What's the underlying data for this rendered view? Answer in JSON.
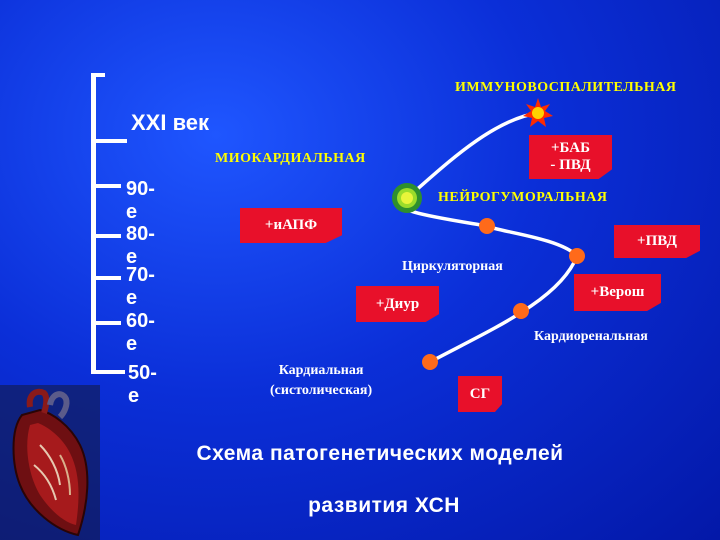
{
  "timeline": {
    "century_label": "XXI век",
    "eras": [
      "90-е",
      "80-е",
      "70-е",
      "60-е",
      "50-е"
    ]
  },
  "models": {
    "immuno": "ИММУНОВОСПАЛИТЕЛЬНАЯ",
    "myocardial": "МИОКАРДИАЛЬНАЯ",
    "neurohumoral": "НЕЙРОГУМОРАЛЬНАЯ",
    "circulatory": "Циркуляторная",
    "cardiorenal": "Кардиоренальная",
    "cardial_line1": "Кардиальная",
    "cardial_line2": "(систолическая)"
  },
  "drugs": {
    "bab_line1": "+БАБ",
    "bab_line2": "- ПВД",
    "iapf": "+иАПФ",
    "pvd": "+ПВД",
    "diur": "+Диур",
    "verosh": "+Верош",
    "sg": "СГ"
  },
  "caption": {
    "line1": "Схема патогенетических моделей",
    "line2": "развития ХСН"
  },
  "colors": {
    "background": "#0b2fd8",
    "drug_box": "#e8102a",
    "model_caps": "#ffff00",
    "node": "#ff6a1a",
    "curve": "#ffffff"
  }
}
